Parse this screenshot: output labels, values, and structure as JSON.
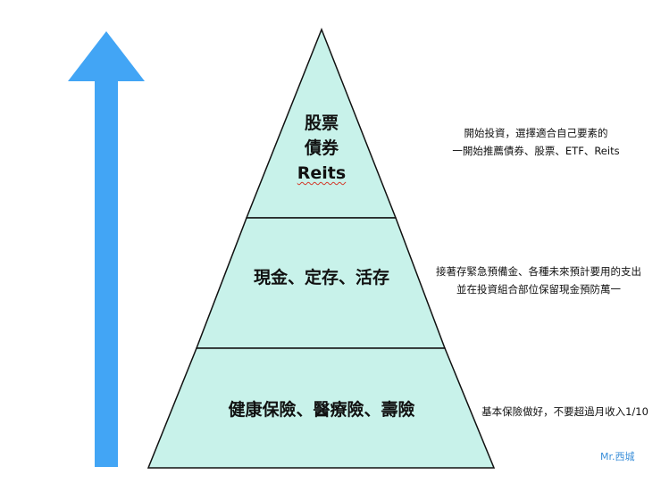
{
  "colors": {
    "arrow": "#42a5f5",
    "pyramid_fill": "#c8f2ea",
    "outline": "#111111",
    "watermark": "#3b8fd9"
  },
  "icons": {
    "arrow": "up-arrow-icon"
  },
  "tiers": {
    "top": {
      "line1": "股票",
      "line2": "債券",
      "line3": "Reits"
    },
    "middle": {
      "label": "現金、定存、活存"
    },
    "bottom": {
      "label": "健康保險、醫療險、壽險"
    }
  },
  "notes": {
    "top": {
      "line1": "開始投資，選擇適合自己要素的",
      "line2": "一開始推薦債券、股票、ETF、Reits"
    },
    "middle": {
      "line1": "接著存緊急預備金、各種未來預計要用的支出",
      "line2": "並在投資組合部位保留現金預防萬一"
    },
    "bottom": {
      "line1": "基本保險做好，不要超過月收入1/10"
    }
  },
  "watermark": "Mr.西城"
}
